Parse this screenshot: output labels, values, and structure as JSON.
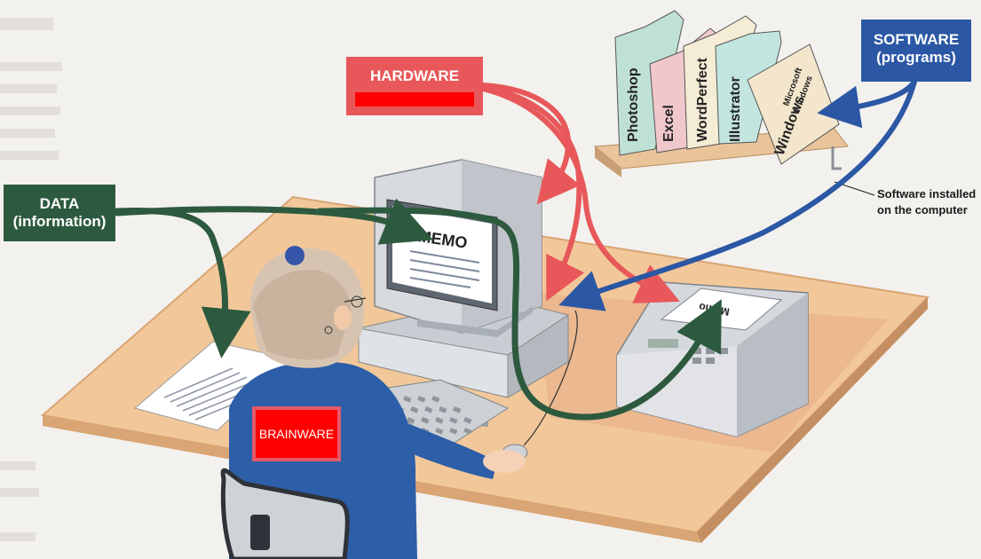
{
  "labels": {
    "data_line1": "DATA",
    "data_line2": "(information)",
    "hardware": "HARDWARE",
    "software_line1": "SOFTWARE",
    "software_line2": "(programs)",
    "brainware": "BRAINWARE",
    "software_caption_line1": "Software installed",
    "software_caption_line2": "on the computer"
  },
  "screen": {
    "monitor_text": "MEMO",
    "printer_text": "Memo"
  },
  "books": [
    "Photoshop",
    "Excel",
    "WordPerfect",
    "Illustrator",
    "Windows"
  ],
  "book_subtitle_line1": "Microsoft",
  "book_subtitle_line2": "Windows",
  "colors": {
    "data": "#2d5a3f",
    "hardware": "#e8585a",
    "software": "#2b57a4",
    "brainware": "#ff0000",
    "desk": "#f2c89a",
    "computer": "#d7dade"
  }
}
